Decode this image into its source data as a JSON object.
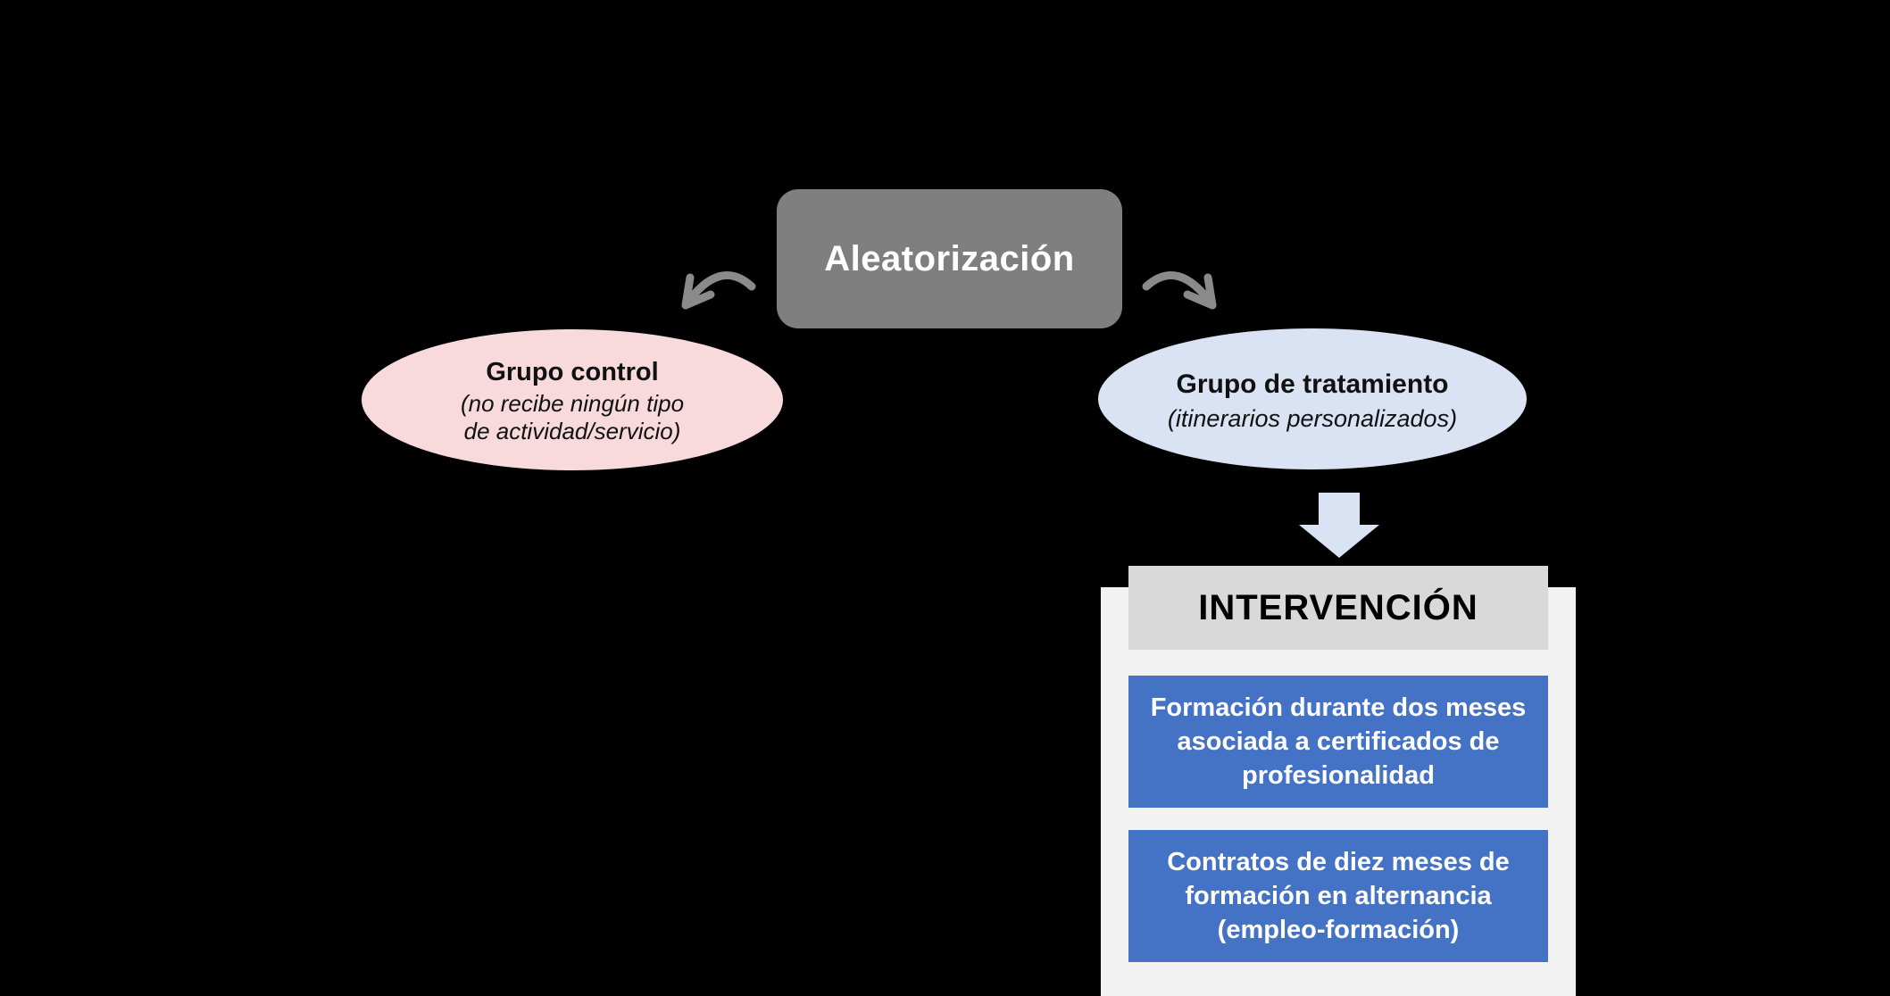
{
  "colors": {
    "background": "#000000",
    "randomization_box": "#7F7F7F",
    "arrow_gray": "#8A8A8A",
    "control_ellipse": "#F8DADC",
    "treatment_ellipse": "#DAE3F3",
    "down_arrow": "#DAE3F3",
    "panel": "#F2F2F2",
    "intervention_header": "#D9D9D9",
    "intervention_item": "#4472C4",
    "text_dark": "#111111",
    "text_light": "#FFFFFF"
  },
  "randomization": {
    "label": "Aleatorización"
  },
  "control_group": {
    "title": "Grupo control",
    "subtitle_lines": [
      "(no recibe ningún tipo",
      "de actividad/servicio)"
    ]
  },
  "treatment_group": {
    "title": "Grupo de tratamiento",
    "subtitle_lines": [
      "(itinerarios personalizados)"
    ]
  },
  "intervention": {
    "header": "INTERVENCIÓN",
    "items": [
      {
        "lines": [
          "Formación durante dos meses",
          "asociada a certificados de",
          "profesionalidad"
        ]
      },
      {
        "lines": [
          "Contratos de diez meses de",
          "formación en alternancia",
          "(empleo-formación)"
        ]
      }
    ]
  }
}
